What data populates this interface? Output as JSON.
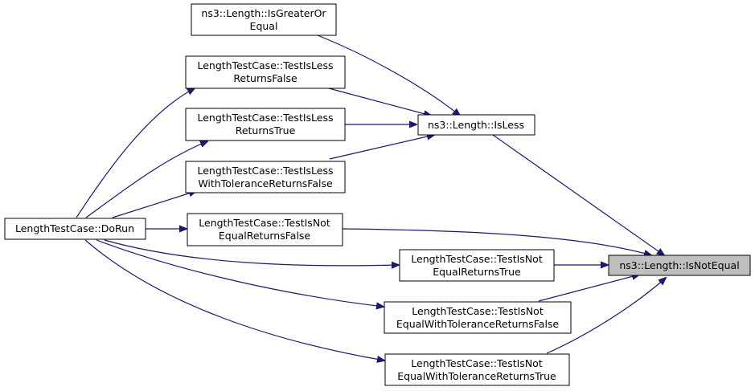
{
  "colors": {
    "edge": "#191970",
    "node_border": "#000000",
    "node_fill": "#ffffff",
    "focus_fill": "#bfbfbf"
  },
  "nodes": {
    "is_greater_or_equal": [
      "ns3::Length::IsGreaterOr",
      "Equal"
    ],
    "test_is_less_returns_false": [
      "LengthTestCase::TestIsLess",
      "ReturnsFalse"
    ],
    "test_is_less_returns_true": [
      "LengthTestCase::TestIsLess",
      "ReturnsTrue"
    ],
    "test_is_less_with_tolerance_returns_false": [
      "LengthTestCase::TestIsLess",
      "WithToleranceReturnsFalse"
    ],
    "is_less": [
      "ns3::Length::IsLess"
    ],
    "do_run": [
      "LengthTestCase::DoRun"
    ],
    "test_is_not_equal_returns_false": [
      "LengthTestCase::TestIsNot",
      "EqualReturnsFalse"
    ],
    "test_is_not_equal_returns_true": [
      "LengthTestCase::TestIsNot",
      "EqualReturnsTrue"
    ],
    "test_is_not_equal_with_tolerance_returns_false": [
      "LengthTestCase::TestIsNot",
      "EqualWithToleranceReturnsFalse"
    ],
    "test_is_not_equal_with_tolerance_returns_true": [
      "LengthTestCase::TestIsNot",
      "EqualWithToleranceReturnsTrue"
    ],
    "is_not_equal": [
      "ns3::Length::IsNotEqual"
    ]
  }
}
